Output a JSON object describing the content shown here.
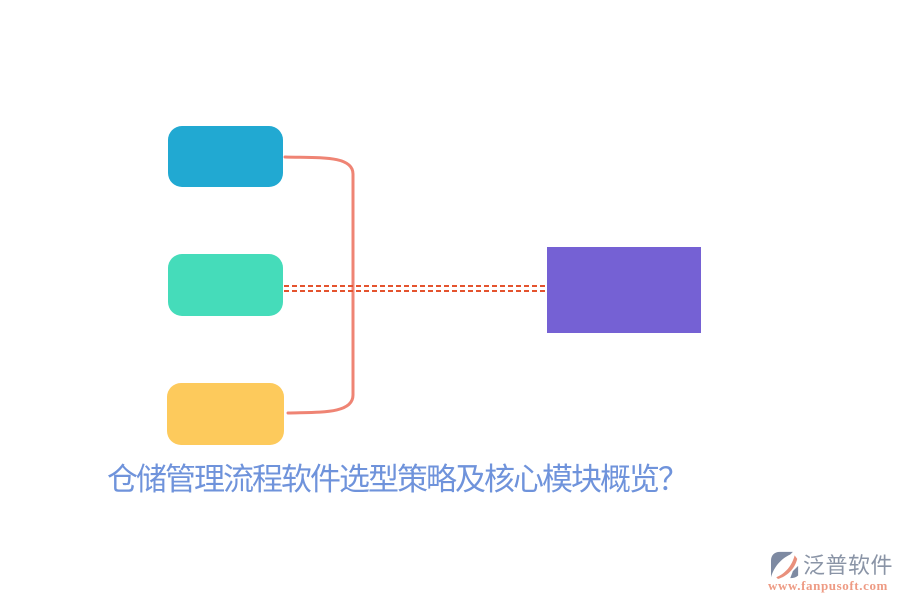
{
  "canvas": {
    "background": "#ffffff"
  },
  "title": {
    "text": "仓储管理流程软件选型策略及核心模块概览？",
    "color": "#6f93db"
  },
  "mindmap": {
    "branch_nodes": [
      {
        "name": "branch-top",
        "color": "#21a9d2"
      },
      {
        "name": "branch-middle",
        "color": "#45dcba"
      },
      {
        "name": "branch-bottom",
        "color": "#fdca5c"
      }
    ],
    "root_node": {
      "name": "root",
      "color": "#7561d4"
    },
    "bracket_color": "#ef8474",
    "dashed_link_color": "#e4532e"
  },
  "watermark": {
    "brand": "泛普软件",
    "brand_color": "#8a94a6",
    "url": "www.fanpusoft.com",
    "url_color": "#ee9b84",
    "icon_primary": "#7e8aa2",
    "icon_accent": "#e9907c"
  }
}
